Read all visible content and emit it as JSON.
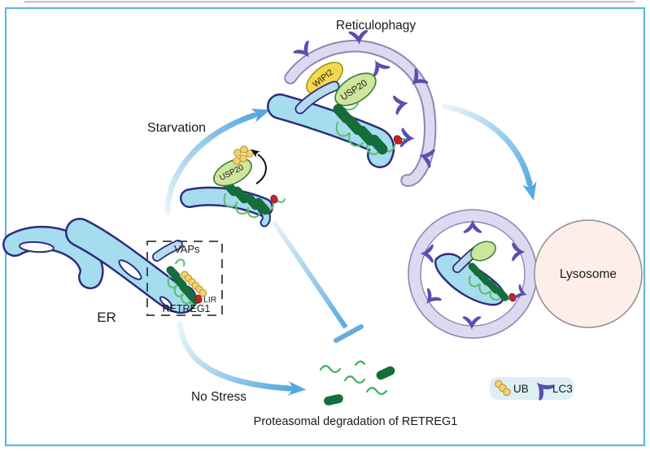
{
  "colors": {
    "border": "#5cb9da",
    "er_fill": "#a5dcee",
    "er_stroke": "#2b2c80",
    "helix_fill": "#156e3a",
    "loop_green": "#5fbe6a",
    "phagophore_fill": "#ddd9f0",
    "phagophore_stroke": "#8a87b5",
    "lc3_purple": "#5a4fae",
    "wipi2_fill": "#f2d94f",
    "wipi2_stroke": "#a6901c",
    "usp20_fill": "#cfe49c",
    "usp20_stroke": "#3a7d32",
    "ubiquitin_fill": "#f0d277",
    "ubiquitin_stroke": "#c49b2e",
    "lir_red": "#c42427",
    "lysosome_fill": "#fdeeea",
    "lysosome_stroke": "#8f8f8f",
    "arrow_blue": "#56a9de",
    "arrow_light": "#e9f4fb",
    "vaps_fill": "#b8d8ec",
    "legend_bg": "#ddeef5",
    "squiggle_green": "#3fae5c",
    "text": "#1a1a1a"
  },
  "labels": {
    "title": "Reticulophagy",
    "starvation": "Starvation",
    "no_stress": "No Stress",
    "er": "ER",
    "vaps": "VAPs",
    "retreg1": "RETREG1",
    "lir": "LIR",
    "wipi2": "WIPI2",
    "usp20": "USP20",
    "lysosome": "Lysosome",
    "degradation_caption": "Proteasomal degradation of RETREG1"
  },
  "legend": {
    "ub": "UB",
    "lc3": "LC3"
  }
}
